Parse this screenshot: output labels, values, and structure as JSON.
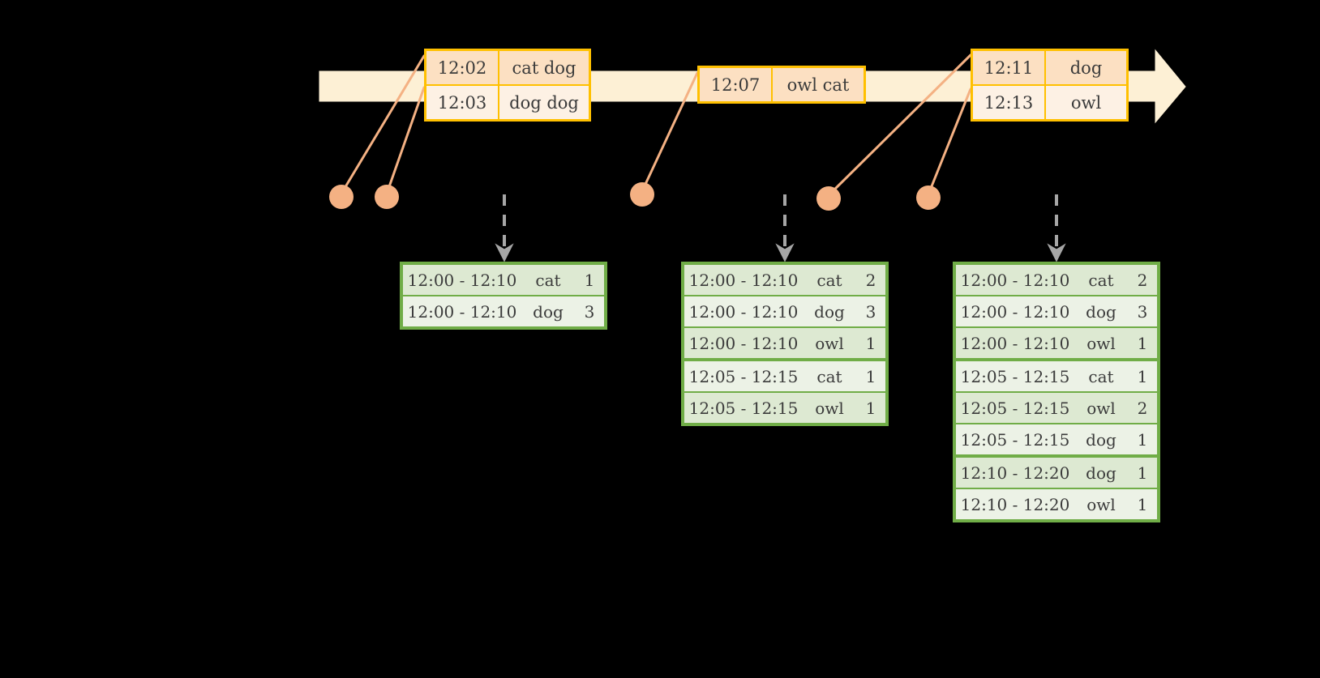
{
  "timeline": {
    "arrow_label": "time-axis-arrow",
    "bar_color": "#FDF0D5",
    "border_color": "#FFC000",
    "events": [
      {
        "id": "event-group-1",
        "rows": [
          {
            "time": "12:02",
            "words": "cat dog"
          },
          {
            "time": "12:03",
            "words": "dog dog"
          }
        ]
      },
      {
        "id": "event-group-2",
        "rows": [
          {
            "time": "12:07",
            "words": "owl cat"
          }
        ]
      },
      {
        "id": "event-group-3",
        "rows": [
          {
            "time": "12:11",
            "words": "dog"
          },
          {
            "time": "12:13",
            "words": "owl"
          }
        ]
      }
    ]
  },
  "markers": [
    {
      "id": "marker-12-02",
      "color": "#F4B183"
    },
    {
      "id": "marker-12-03",
      "color": "#F4B183"
    },
    {
      "id": "marker-12-07",
      "color": "#F4B183"
    },
    {
      "id": "marker-12-11",
      "color": "#F4B183"
    },
    {
      "id": "marker-12-13",
      "color": "#F4B183"
    }
  ],
  "tables": [
    {
      "id": "result-table-1",
      "columns": [
        "window",
        "word",
        "count"
      ],
      "rows": [
        {
          "window": "12:00 - 12:10",
          "word": "cat",
          "count": "1",
          "group": 0
        },
        {
          "window": "12:00 - 12:10",
          "word": "dog",
          "count": "3",
          "group": 0
        }
      ]
    },
    {
      "id": "result-table-2",
      "columns": [
        "window",
        "word",
        "count"
      ],
      "rows": [
        {
          "window": "12:00 - 12:10",
          "word": "cat",
          "count": "2",
          "group": 0
        },
        {
          "window": "12:00 - 12:10",
          "word": "dog",
          "count": "3",
          "group": 0
        },
        {
          "window": "12:00 - 12:10",
          "word": "owl",
          "count": "1",
          "group": 0
        },
        {
          "window": "12:05 - 12:15",
          "word": "cat",
          "count": "1",
          "group": 1
        },
        {
          "window": "12:05 - 12:15",
          "word": "owl",
          "count": "1",
          "group": 1
        }
      ]
    },
    {
      "id": "result-table-3",
      "columns": [
        "window",
        "word",
        "count"
      ],
      "rows": [
        {
          "window": "12:00 - 12:10",
          "word": "cat",
          "count": "2",
          "group": 0
        },
        {
          "window": "12:00 - 12:10",
          "word": "dog",
          "count": "3",
          "group": 0
        },
        {
          "window": "12:00 - 12:10",
          "word": "owl",
          "count": "1",
          "group": 0
        },
        {
          "window": "12:05 - 12:15",
          "word": "cat",
          "count": "1",
          "group": 1
        },
        {
          "window": "12:05 - 12:15",
          "word": "owl",
          "count": "2",
          "group": 1
        },
        {
          "window": "12:05 - 12:15",
          "word": "dog",
          "count": "1",
          "group": 1
        },
        {
          "window": "12:10 - 12:20",
          "word": "dog",
          "count": "1",
          "group": 2
        },
        {
          "window": "12:10 - 12:20",
          "word": "owl",
          "count": "1",
          "group": 2
        }
      ]
    }
  ],
  "colors": {
    "timeline_fill": "#FDF0D5",
    "timeline_stroke": "#FFC000",
    "event_shade_a": "#FCE0C2",
    "event_shade_b": "#FDF1E4",
    "marker": "#F4B183",
    "connector": "#F4B183",
    "table_border": "#70AD47",
    "table_shade_a": "#DDE9D2",
    "table_shade_b": "#ECF2E6",
    "dashed_arrow": "#A6A6A6",
    "text": "#3b3b3b",
    "background": "#000000"
  }
}
